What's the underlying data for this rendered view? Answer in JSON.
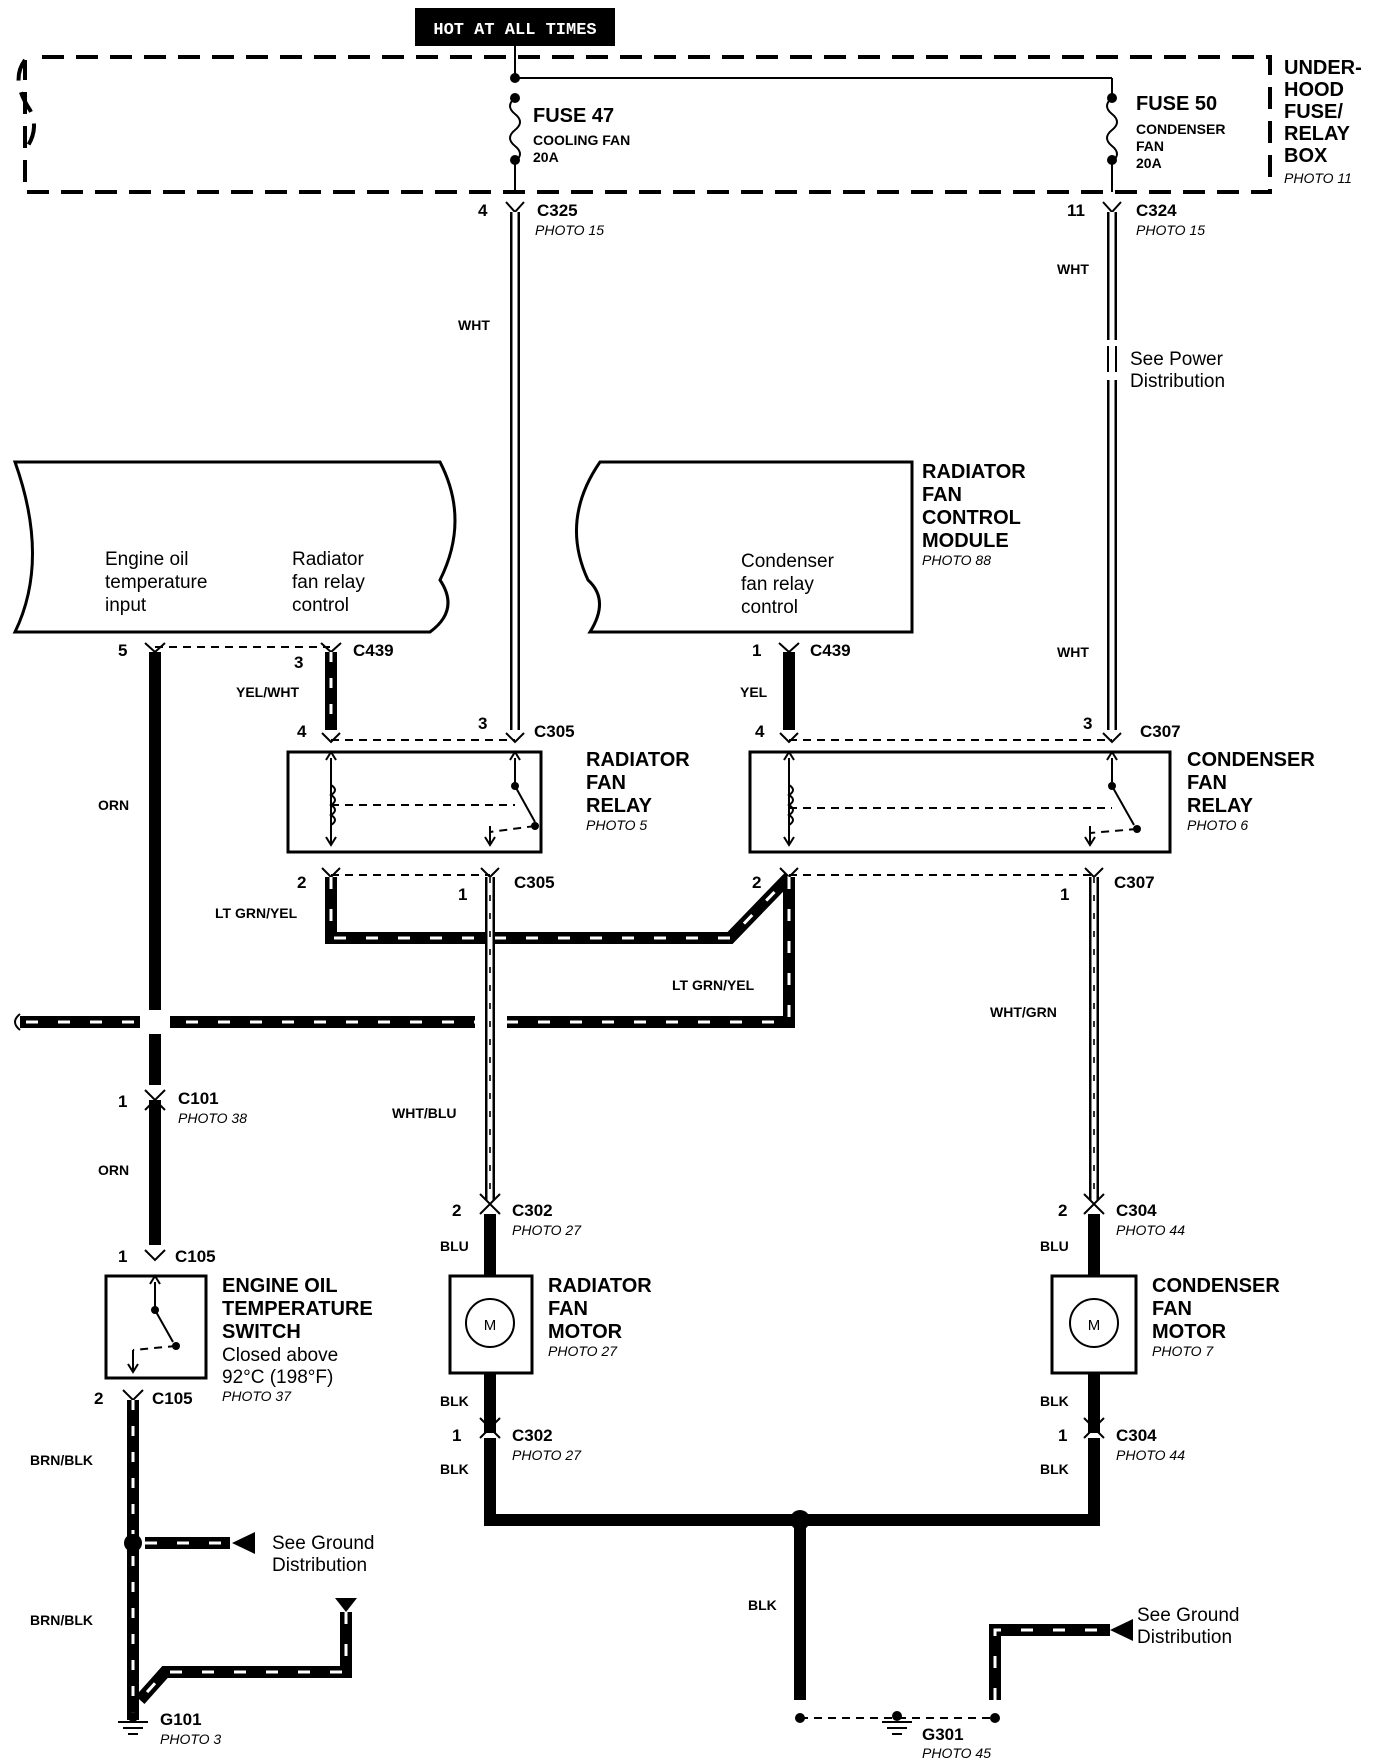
{
  "header": {
    "hot_label": "HOT AT ALL TIMES"
  },
  "fuse_box": {
    "l1": "UNDER-",
    "l2": "HOOD",
    "l3": "FUSE/",
    "l4": "RELAY",
    "l5": "BOX",
    "photo": "PHOTO 11"
  },
  "fuse47": {
    "name": "FUSE 47",
    "desc": "COOLING FAN",
    "rating": "20A"
  },
  "fuse50": {
    "name": "FUSE 50",
    "desc1": "CONDENSER",
    "desc2": "FAN",
    "rating": "20A"
  },
  "connectors": {
    "c325": {
      "name": "C325",
      "pin": "4",
      "photo": "PHOTO 15"
    },
    "c324": {
      "name": "C324",
      "pin": "11",
      "photo": "PHOTO 15"
    },
    "c439_left": {
      "name": "C439",
      "pin": "3"
    },
    "c439_mid": {
      "name": "C439",
      "pin": "1"
    },
    "c305_top": {
      "name": "C305",
      "pin_left": "4",
      "pin_right": "3"
    },
    "c305_bot": {
      "name": "C305",
      "pin_left": "2",
      "pin_right": "1"
    },
    "c307_top": {
      "name": "C307",
      "pin_left": "4",
      "pin_right": "3"
    },
    "c307_bot": {
      "name": "C307",
      "pin_left": "2",
      "pin_right": "1"
    },
    "c101": {
      "name": "C101",
      "pin": "1",
      "photo": "PHOTO 38"
    },
    "c105_top": {
      "name": "C105",
      "pin": "1"
    },
    "c105_bot": {
      "name": "C105",
      "pin": "2"
    },
    "c302_top": {
      "name": "C302",
      "pin": "2",
      "photo": "PHOTO 27"
    },
    "c302_bot": {
      "name": "C302",
      "pin": "1",
      "photo": "PHOTO 27"
    },
    "c304_top": {
      "name": "C304",
      "pin": "2",
      "photo": "PHOTO 44"
    },
    "c304_bot": {
      "name": "C304",
      "pin": "1",
      "photo": "PHOTO 44"
    },
    "pin5": "5"
  },
  "wires": {
    "wht_left": "WHT",
    "wht_right_top": "WHT",
    "wht_right_bot": "WHT",
    "yel_wht": "YEL/WHT",
    "yel": "YEL",
    "orn_top": "ORN",
    "orn_bot": "ORN",
    "ltgrn_yel_left": "LT GRN/YEL",
    "ltgrn_yel_right": "LT GRN/YEL",
    "wht_blu": "WHT/BLU",
    "wht_grn": "WHT/GRN",
    "blu_left": "BLU",
    "blu_right": "BLU",
    "blk_left_1": "BLK",
    "blk_left_2": "BLK",
    "blk_right_1": "BLK",
    "blk_right_2": "BLK",
    "blk_mid": "BLK",
    "brn_blk_1": "BRN/BLK",
    "brn_blk_2": "BRN/BLK"
  },
  "notes": {
    "power_dist_1": "See Power",
    "power_dist_2": "Distribution",
    "ground_left_1": "See Ground",
    "ground_left_2": "Distribution",
    "ground_right_1": "See Ground",
    "ground_right_2": "Distribution"
  },
  "left_module": {
    "input1": "Engine oil",
    "input2": "temperature",
    "input3": "input",
    "ctrl1": "Radiator",
    "ctrl2": "fan relay",
    "ctrl3": "control"
  },
  "control_module": {
    "l1": "RADIATOR",
    "l2": "FAN",
    "l3": "CONTROL",
    "l4": "MODULE",
    "photo": "PHOTO 88",
    "ctrl1": "Condenser",
    "ctrl2": "fan relay",
    "ctrl3": "control"
  },
  "radiator_relay": {
    "l1": "RADIATOR",
    "l2": "FAN",
    "l3": "RELAY",
    "photo": "PHOTO 5"
  },
  "condenser_relay": {
    "l1": "CONDENSER",
    "l2": "FAN",
    "l3": "RELAY",
    "photo": "PHOTO 6"
  },
  "oil_switch": {
    "l1": "ENGINE OIL",
    "l2": "TEMPERATURE",
    "l3": "SWITCH",
    "d1": "Closed above",
    "d2": "92°C (198°F)",
    "photo": "PHOTO 37"
  },
  "radiator_motor": {
    "l1": "RADIATOR",
    "l2": "FAN",
    "l3": "MOTOR",
    "photo": "PHOTO 27",
    "symbol": "M"
  },
  "condenser_motor": {
    "l1": "CONDENSER",
    "l2": "FAN",
    "l3": "MOTOR",
    "photo": "PHOTO 7",
    "symbol": "M"
  },
  "grounds": {
    "g101": {
      "name": "G101",
      "photo": "PHOTO 3"
    },
    "g301": {
      "name": "G301",
      "photo": "PHOTO 45"
    }
  }
}
